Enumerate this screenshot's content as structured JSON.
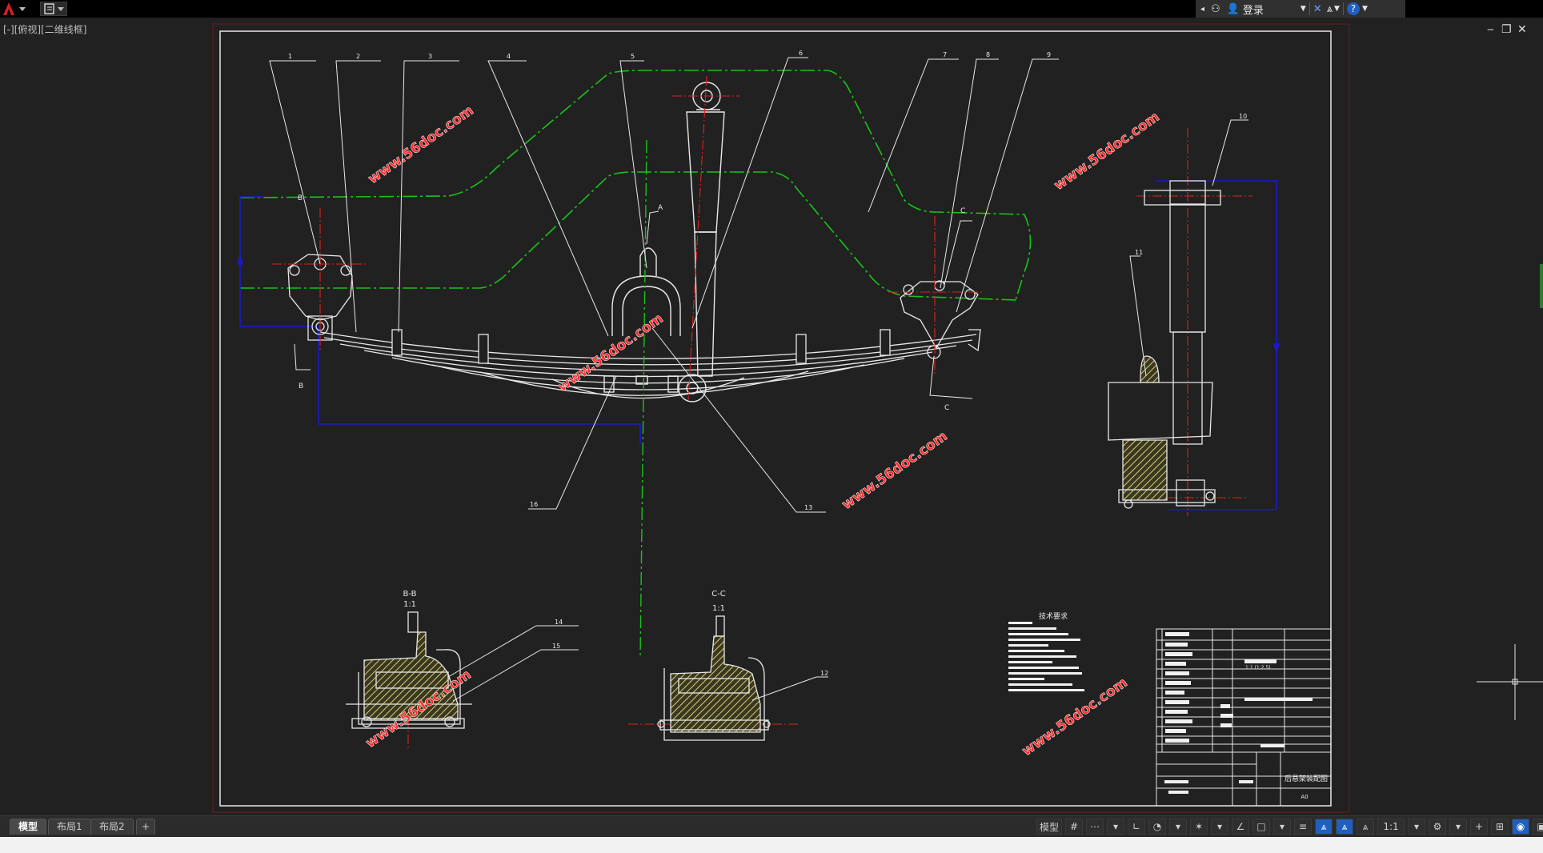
{
  "app": {
    "viewport_label": "[-][俯视][二维线框]"
  },
  "login": {
    "label": "登录"
  },
  "window_controls": {
    "minimize": "‒",
    "restore": "❐",
    "close": "✕"
  },
  "layout_tabs": [
    {
      "label": "模型",
      "active": true
    },
    {
      "label": "布局1",
      "active": false
    },
    {
      "label": "布局2",
      "active": false
    }
  ],
  "add_tab": "+",
  "status": {
    "model": "模型",
    "scale": "1:1"
  },
  "drawing": {
    "section_bb": {
      "title": "B-B",
      "scale": "1:1"
    },
    "section_cc": {
      "title": "C-C",
      "scale": "1:1"
    },
    "tech_title": "技术要求",
    "title_block_name": "后悬架装配图",
    "title_block_size": "A0",
    "title_block_sub": "1:1 (1:2.5)",
    "watermark": "www.56doc.com",
    "callouts": [
      "1",
      "2",
      "3",
      "4",
      "5",
      "6",
      "7",
      "8",
      "9",
      "10",
      "11",
      "12",
      "13",
      "14",
      "15",
      "16"
    ],
    "section_marks": {
      "b_top": "B",
      "b_bottom": "B",
      "c_top": "C",
      "c_bottom": "C",
      "a_mark": "A"
    }
  },
  "colors": {
    "background": "#212121",
    "outline": "#e8e8e8",
    "centerline": "#e02020",
    "phantom": "#19c219",
    "section": "#1a1acc",
    "hatch": "#d7cf72",
    "watermark": "#ff2a2a"
  }
}
